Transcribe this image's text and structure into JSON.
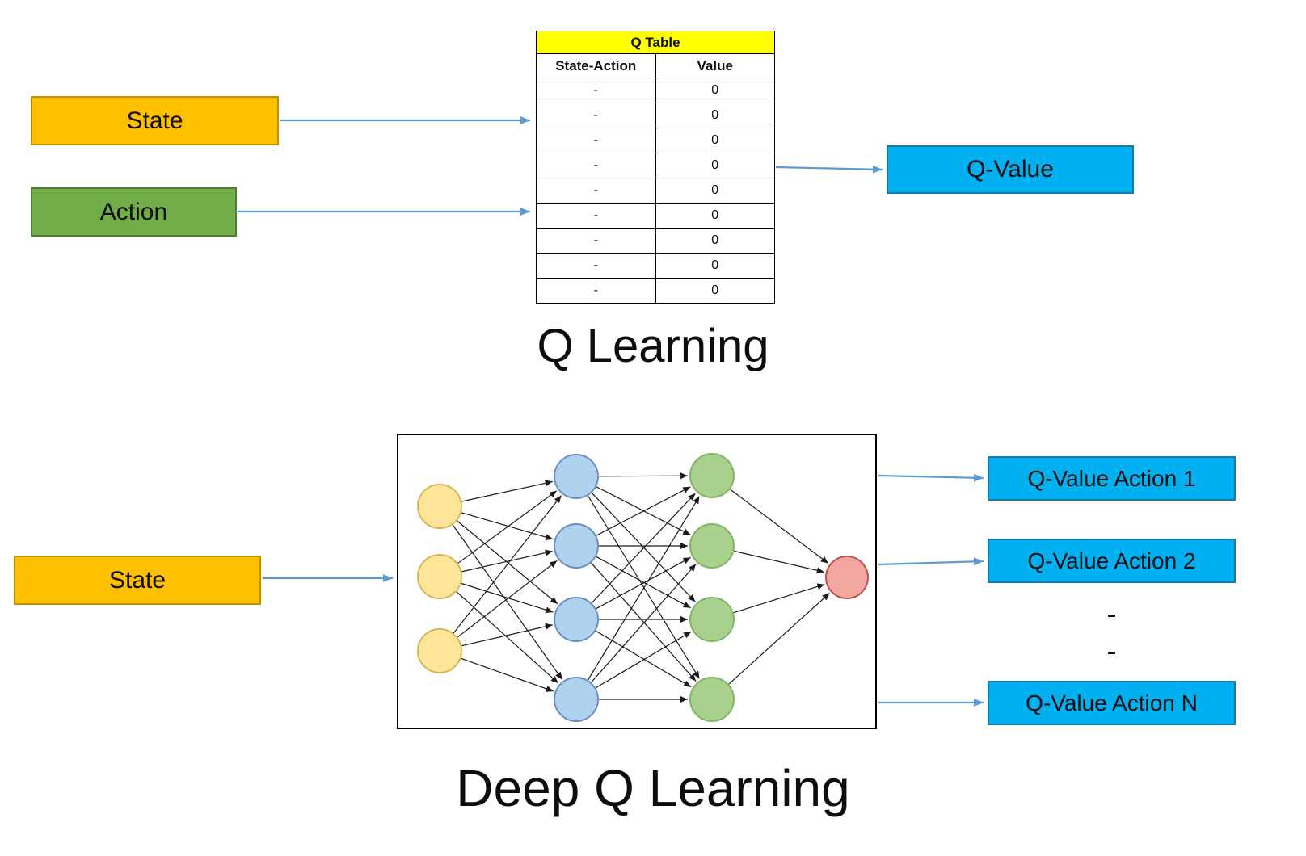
{
  "colors": {
    "state_fill": "#FFC000",
    "state_border": "#BF9000",
    "action_fill": "#70AD47",
    "action_border": "#507E32",
    "qvalue_fill": "#00B0F0",
    "qvalue_border": "#1879A8",
    "table_header_fill": "#FFFF00",
    "connector": "#5B9BD5",
    "edge": "#1a1a1a",
    "neuron_input_fill": "#FFE599",
    "neuron_input_stroke": "#D6B656",
    "neuron_hidden1_fill": "#AFD3EE",
    "neuron_hidden1_stroke": "#6C8EBF",
    "neuron_hidden2_fill": "#A9D18E",
    "neuron_hidden2_stroke": "#82B366",
    "neuron_output_fill": "#F4A7A0",
    "neuron_output_stroke": "#B85450"
  },
  "q_learning": {
    "title": "Q Learning",
    "state_label": "State",
    "action_label": "Action",
    "qvalue_label": "Q-Value",
    "table": {
      "title": "Q Table",
      "headers": [
        "State-Action",
        "Value"
      ],
      "rows": [
        [
          "-",
          "0"
        ],
        [
          "-",
          "0"
        ],
        [
          "-",
          "0"
        ],
        [
          "-",
          "0"
        ],
        [
          "-",
          "0"
        ],
        [
          "-",
          "0"
        ],
        [
          "-",
          "0"
        ],
        [
          "-",
          "0"
        ],
        [
          "-",
          "0"
        ]
      ]
    }
  },
  "deep_q_learning": {
    "title": "Deep Q Learning",
    "state_label": "State",
    "outputs": [
      "Q-Value Action 1",
      "Q-Value Action 2",
      "Q-Value Action N"
    ],
    "ellipsis": [
      "-",
      "-"
    ],
    "network": {
      "layer_sizes": [
        3,
        4,
        4,
        1
      ]
    }
  }
}
